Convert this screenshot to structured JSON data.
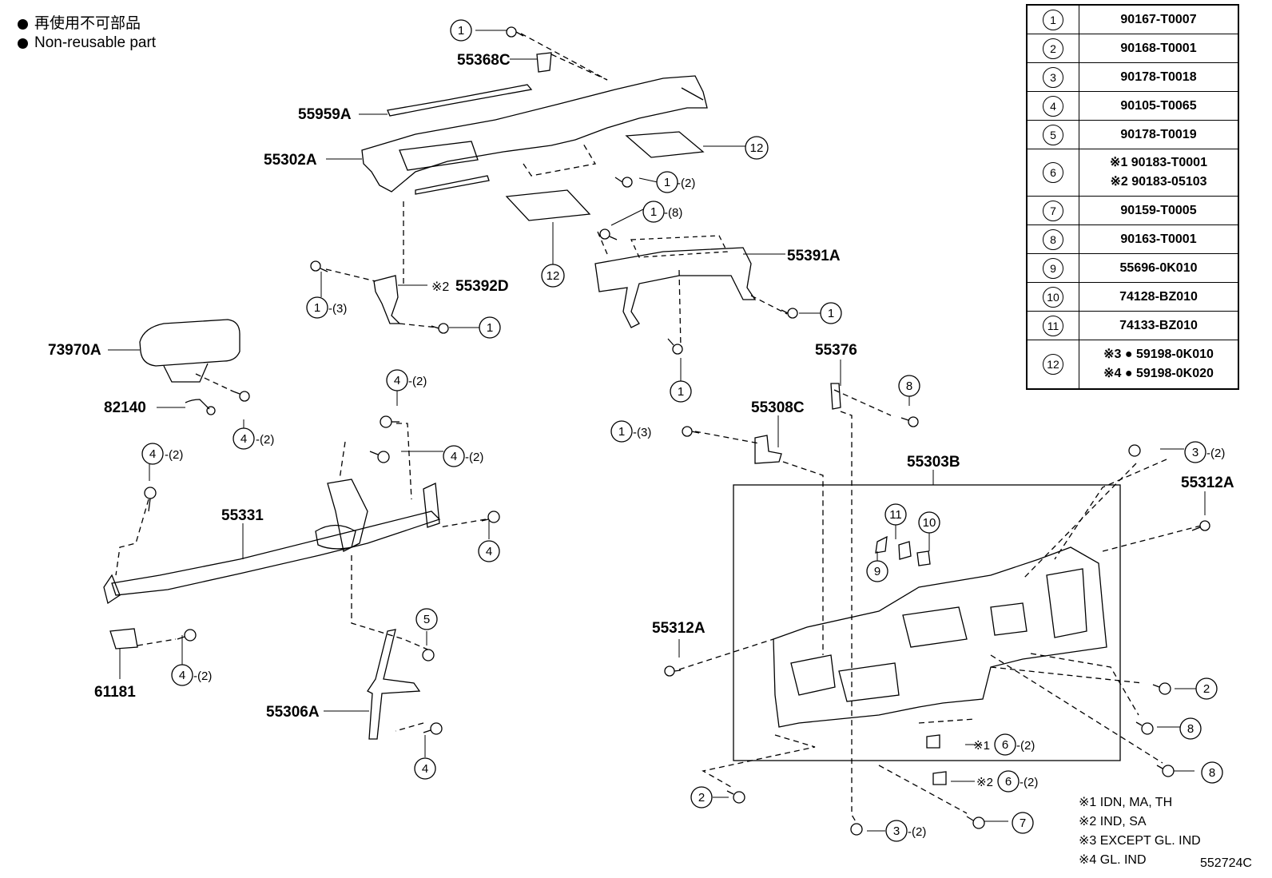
{
  "legend": {
    "line1": "再使用不可部品",
    "line2": "Non-reusable part"
  },
  "part_labels": {
    "p55368C": "55368C",
    "p55959A": "55959A",
    "p55302A": "55302A",
    "p55392D": "55392D",
    "p55392D_note": "※2",
    "p55391A": "55391A",
    "p73970A": "73970A",
    "p82140": "82140",
    "p55376": "55376",
    "p55308C": "55308C",
    "p55303B": "55303B",
    "p55312A_right": "55312A",
    "p55312A_left": "55312A",
    "p55331": "55331",
    "p61181": "61181",
    "p55306A": "55306A"
  },
  "callouts": {
    "c1": "1",
    "c2": "2",
    "c3": "3",
    "c4": "4",
    "c5": "5",
    "c6": "6",
    "c7": "7",
    "c8": "8",
    "c9": "9",
    "c10": "10",
    "c11": "11",
    "c12": "12",
    "q2": "-(2)",
    "q3": "-(3)",
    "q8": "-(8)",
    "x1": "※1",
    "x2": "※2"
  },
  "parts_table": [
    {
      "index": "1",
      "lines": [
        "90167-T0007"
      ]
    },
    {
      "index": "2",
      "lines": [
        "90168-T0001"
      ]
    },
    {
      "index": "3",
      "lines": [
        "90178-T0018"
      ]
    },
    {
      "index": "4",
      "lines": [
        "90105-T0065"
      ]
    },
    {
      "index": "5",
      "lines": [
        "90178-T0019"
      ]
    },
    {
      "index": "6",
      "lines": [
        "※1 90183-T0001",
        "※2 90183-05103"
      ]
    },
    {
      "index": "7",
      "lines": [
        "90159-T0005"
      ]
    },
    {
      "index": "8",
      "lines": [
        "90163-T0001"
      ]
    },
    {
      "index": "9",
      "lines": [
        "55696-0K010"
      ]
    },
    {
      "index": "10",
      "lines": [
        "74128-BZ010"
      ]
    },
    {
      "index": "11",
      "lines": [
        "74133-BZ010"
      ]
    },
    {
      "index": "12",
      "lines": [
        "※3 ● 59198-0K010",
        "※4 ● 59198-0K020"
      ]
    }
  ],
  "notes": [
    "※1 IDN, MA, TH",
    "※2 IND, SA",
    "※3 EXCEPT GL. IND",
    "※4 GL. IND"
  ],
  "diagram_id": "552724C"
}
